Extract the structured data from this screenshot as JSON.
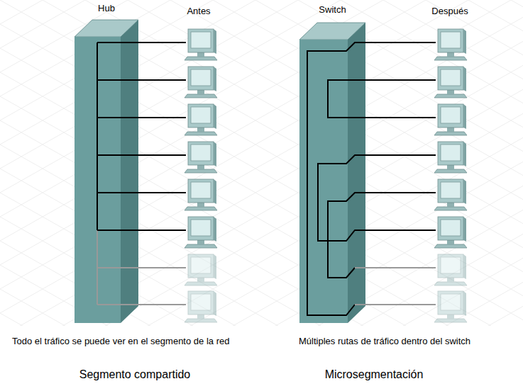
{
  "diagram": {
    "nodes": [
      {
        "text": [
          "Hub"
        ]
      },
      {
        "text": [
          "Switch"
        ]
      }
    ],
    "labels": [
      "Antes",
      "Después",
      "Todo el tráfico se puede ver en el segmento de la red",
      "Múltiples rutas de tráfico dentro del switch",
      "Segmento compartido",
      "Microsegmentación"
    ]
  }
}
